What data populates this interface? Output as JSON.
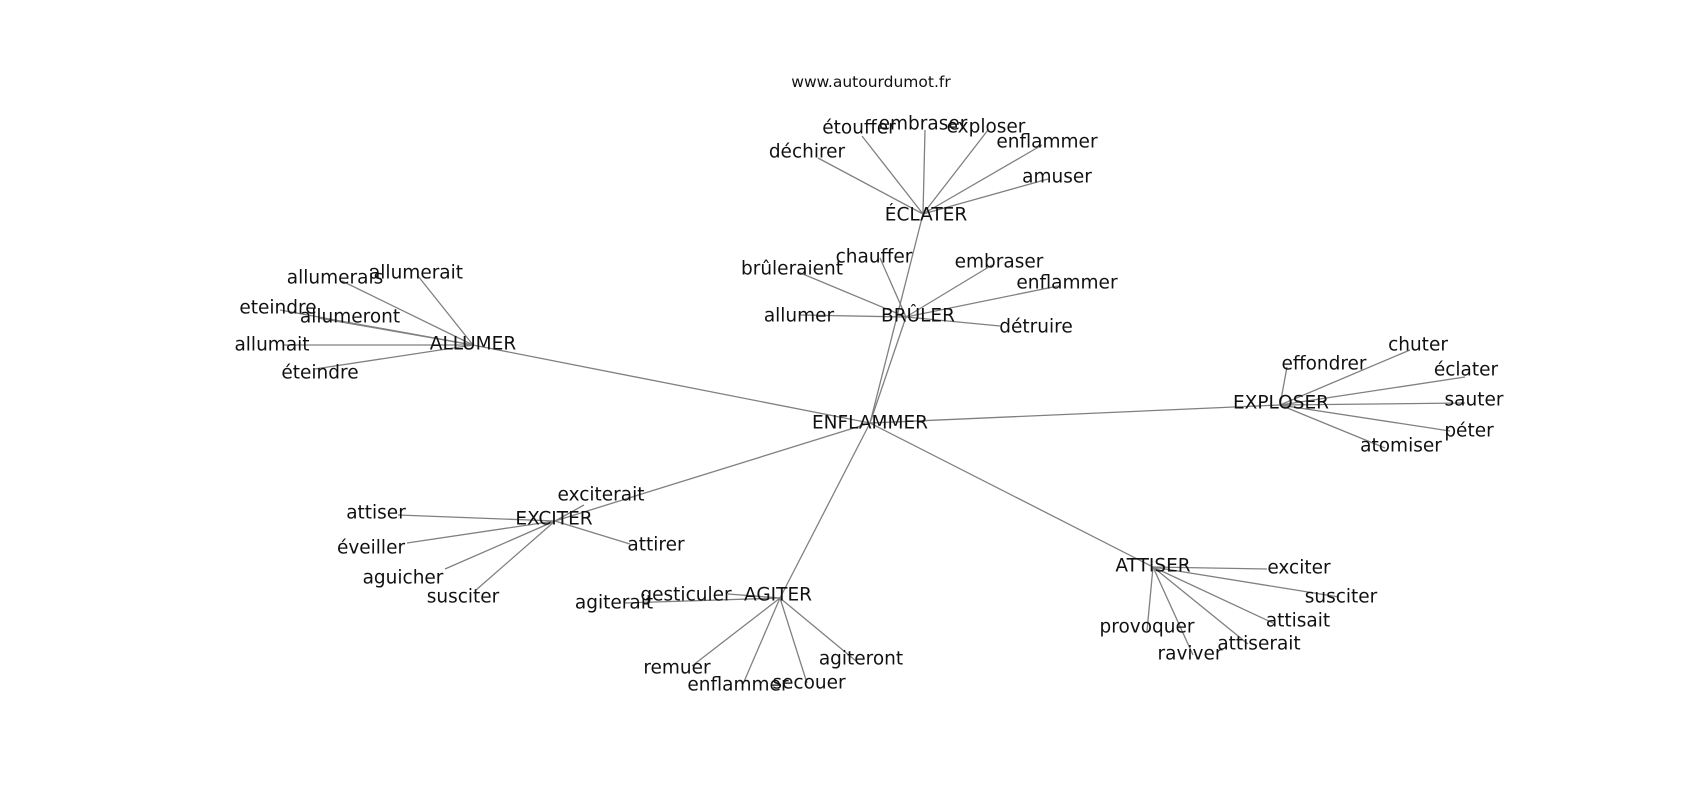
{
  "source": "www.autourdumot.fr",
  "center": "ENFLAMMER",
  "hubs": [
    {
      "id": "ECLATER",
      "label": "ÉCLATER",
      "words": [
        "étouffer",
        "embraser",
        "exploser",
        "enflammer",
        "déchirer",
        "amuser"
      ]
    },
    {
      "id": "BRULER",
      "label": "BRÛLER",
      "words": [
        "brûleraient",
        "chauffer",
        "embraser",
        "enflammer",
        "allumer",
        "détruire"
      ]
    },
    {
      "id": "ALLUMER",
      "label": "ALLUMER",
      "words": [
        "allumerait",
        "allumerais",
        "eteindre",
        "allumeront",
        "allumait",
        "éteindre"
      ]
    },
    {
      "id": "EXPLOSER",
      "label": "EXPLOSER",
      "words": [
        "chuter",
        "effondrer",
        "éclater",
        "sauter",
        "péter",
        "atomiser"
      ]
    },
    {
      "id": "EXCITER",
      "label": "EXCITER",
      "words": [
        "exciterait",
        "attiser",
        "éveiller",
        "attirer",
        "aguicher",
        "susciter"
      ]
    },
    {
      "id": "AGITER",
      "label": "AGITER",
      "words": [
        "gesticuler",
        "agiterait",
        "agiteront",
        "remuer",
        "secouer",
        "enflammer"
      ]
    },
    {
      "id": "ATTISER",
      "label": "ATTISER",
      "words": [
        "exciter",
        "susciter",
        "attisait",
        "provoquer",
        "attiserait",
        "raviver"
      ]
    }
  ]
}
